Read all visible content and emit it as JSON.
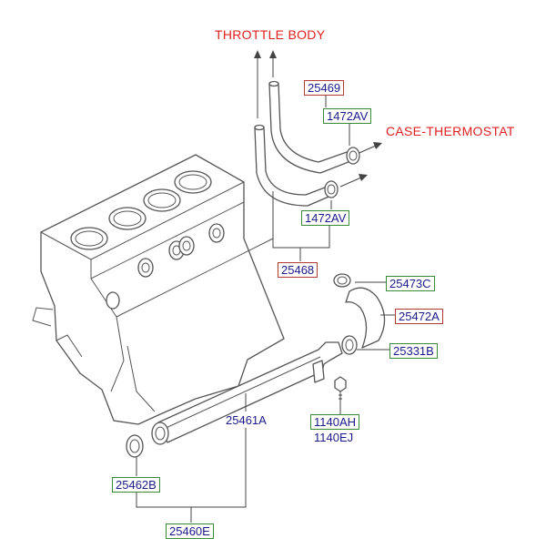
{
  "destinations": {
    "throttle_body": "THROTTLE BODY",
    "case_thermostat": "CASE-THERMOSTAT"
  },
  "callouts": {
    "c25469": "25469",
    "c1472av_top": "1472AV",
    "c1472av_bottom": "1472AV",
    "c25468": "25468",
    "c25473c": "25473C",
    "c25472a": "25472A",
    "c25331b": "25331B",
    "c1140ah": "1140AH",
    "c1140ej": "1140EJ",
    "c25461a": "25461A",
    "c25462b": "25462B",
    "c25460e": "25460E"
  },
  "colors": {
    "destination_text": "#e02020",
    "part_number_text": "#1a1a8a",
    "green_box_border": "#3a8a3a",
    "red_box_border": "#b43a3a",
    "line_art": "#555555"
  }
}
